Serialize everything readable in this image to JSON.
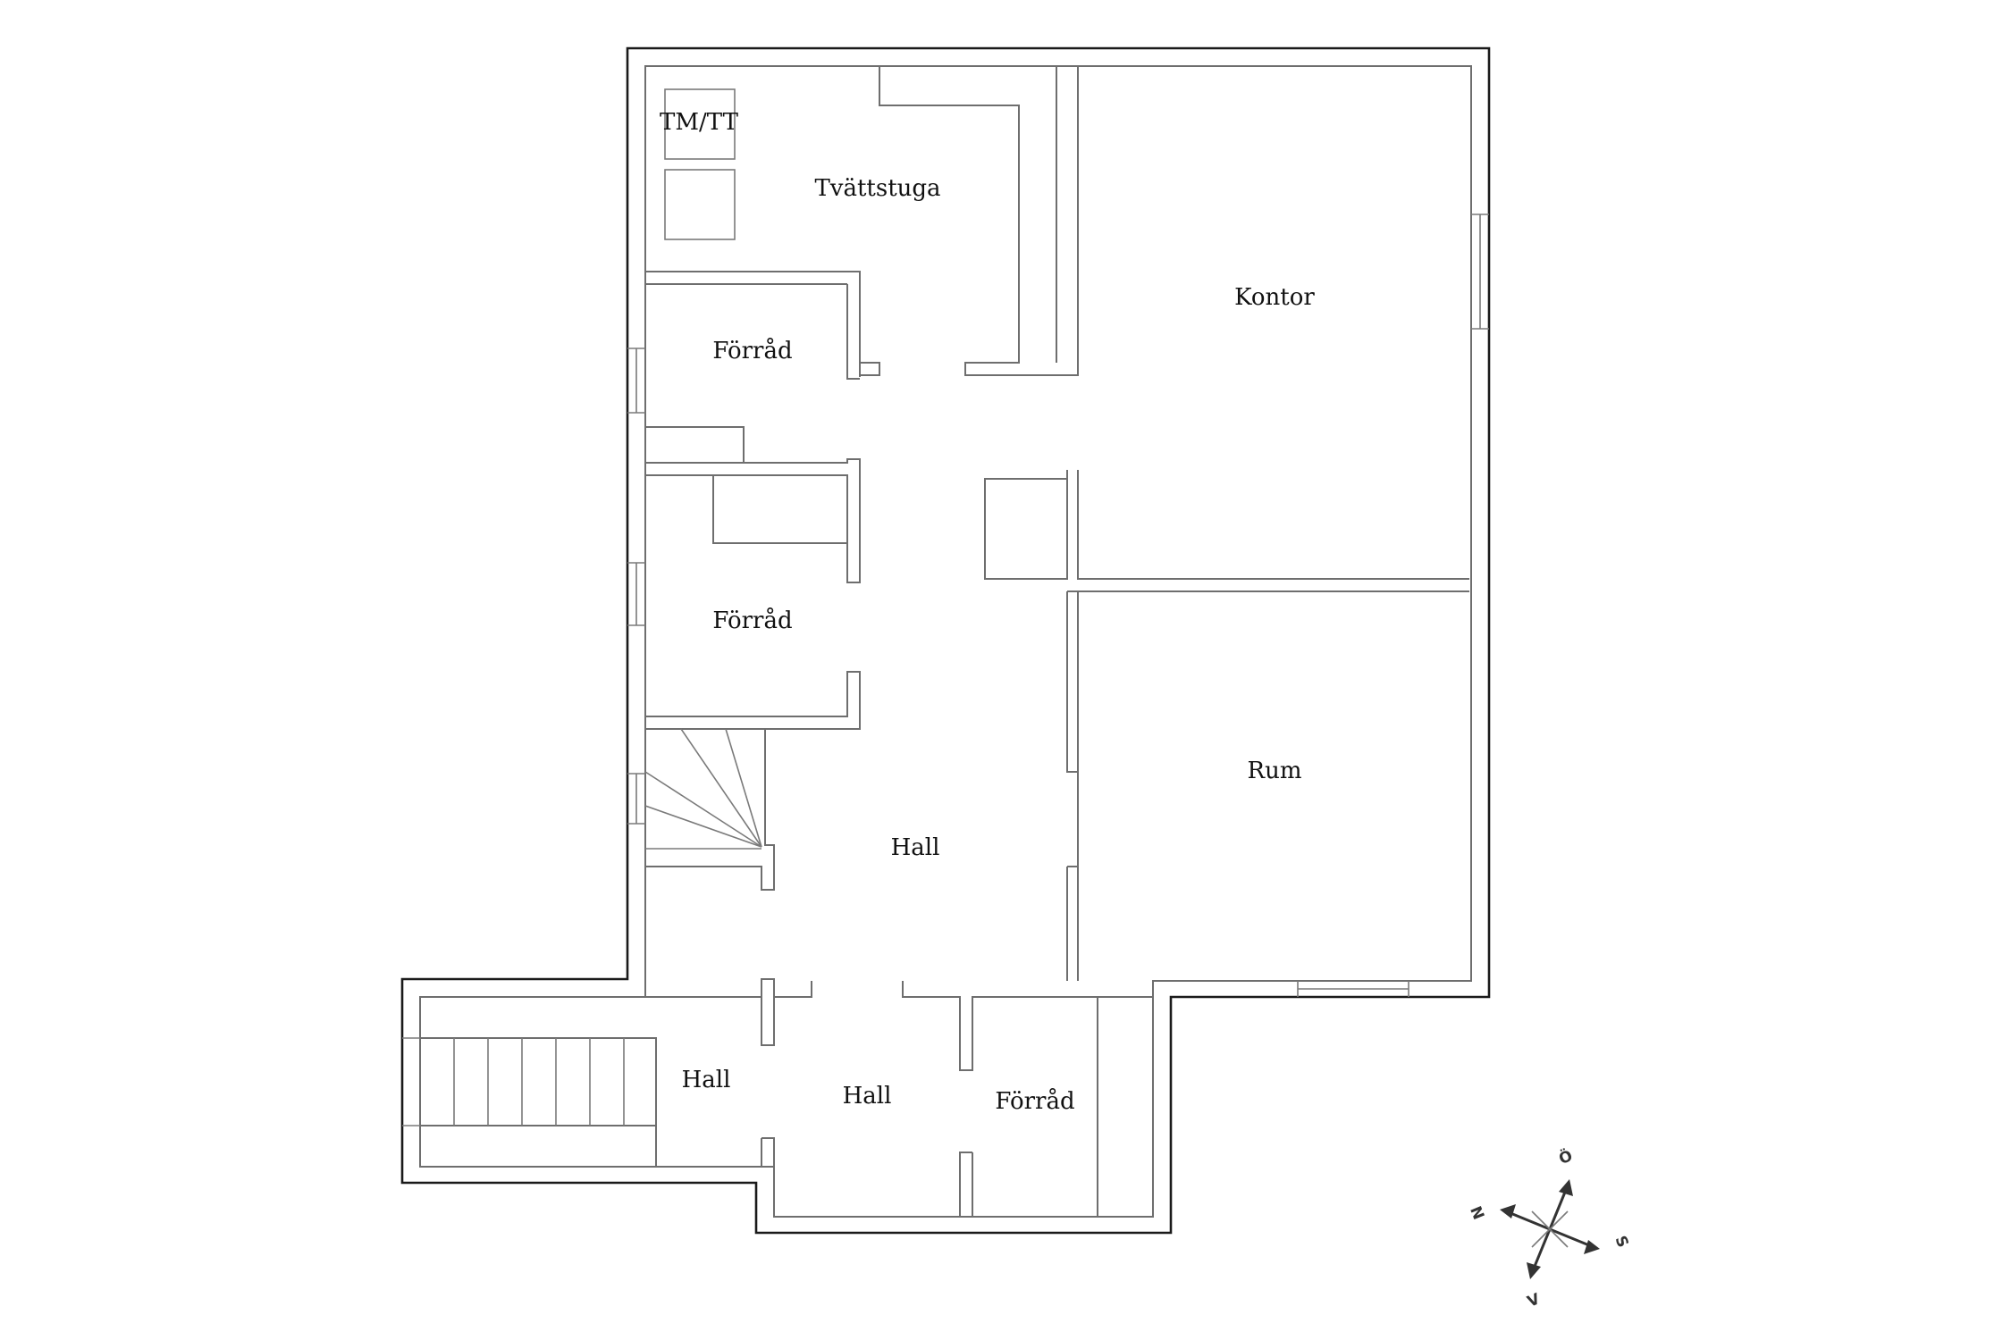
{
  "rooms": {
    "tm_tt": "TM/TT",
    "tvattstuga": "Tvättstuga",
    "kontor": "Kontor",
    "forrad_1": "Förråd",
    "forrad_2": "Förråd",
    "rum": "Rum",
    "hall_main": "Hall",
    "hall_entry_left": "Hall",
    "hall_entry": "Hall",
    "forrad_3": "Förråd"
  },
  "compass": {
    "north": "N",
    "east": "Ö",
    "south": "S",
    "west": "V"
  },
  "colors": {
    "outer_wall": "#1a1a1a",
    "inner_wall": "#6e6e6e",
    "text": "#111111"
  }
}
